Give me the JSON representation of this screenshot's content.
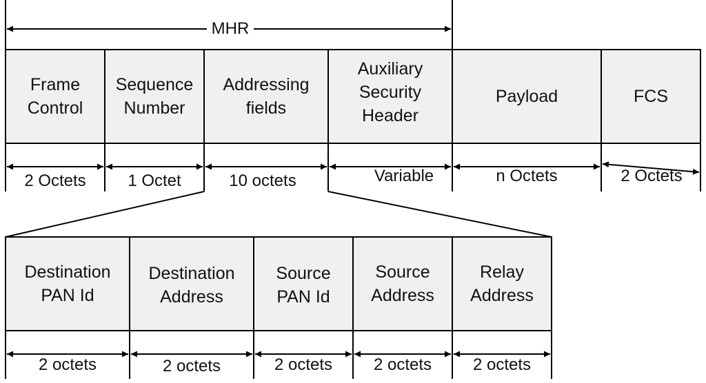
{
  "colors": {
    "cell_fill": "#f0f0f0",
    "line": "#000000",
    "text": "#111111"
  },
  "header": {
    "mhr_label": "MHR"
  },
  "frame_fields": [
    {
      "label": "Frame\nControl",
      "size": "2 Octets"
    },
    {
      "label": "Sequence\nNumber",
      "size": "1 Octet"
    },
    {
      "label": "Addressing\nfields",
      "size": "10 octets"
    },
    {
      "label": "Auxiliary\nSecurity\nHeader",
      "size": "Variable"
    },
    {
      "label": "Payload",
      "size": "n Octets"
    },
    {
      "label": "FCS",
      "size": "2 Octets"
    }
  ],
  "addressing_fields": [
    {
      "label": "Destination\nPAN Id",
      "size": "2 octets"
    },
    {
      "label": "Destination\nAddress",
      "size": "2 octets"
    },
    {
      "label": "Source\nPAN Id",
      "size": "2 octets"
    },
    {
      "label": "Source\nAddress",
      "size": "2 octets"
    },
    {
      "label": "Relay\nAddress",
      "size": "2 octets"
    }
  ]
}
